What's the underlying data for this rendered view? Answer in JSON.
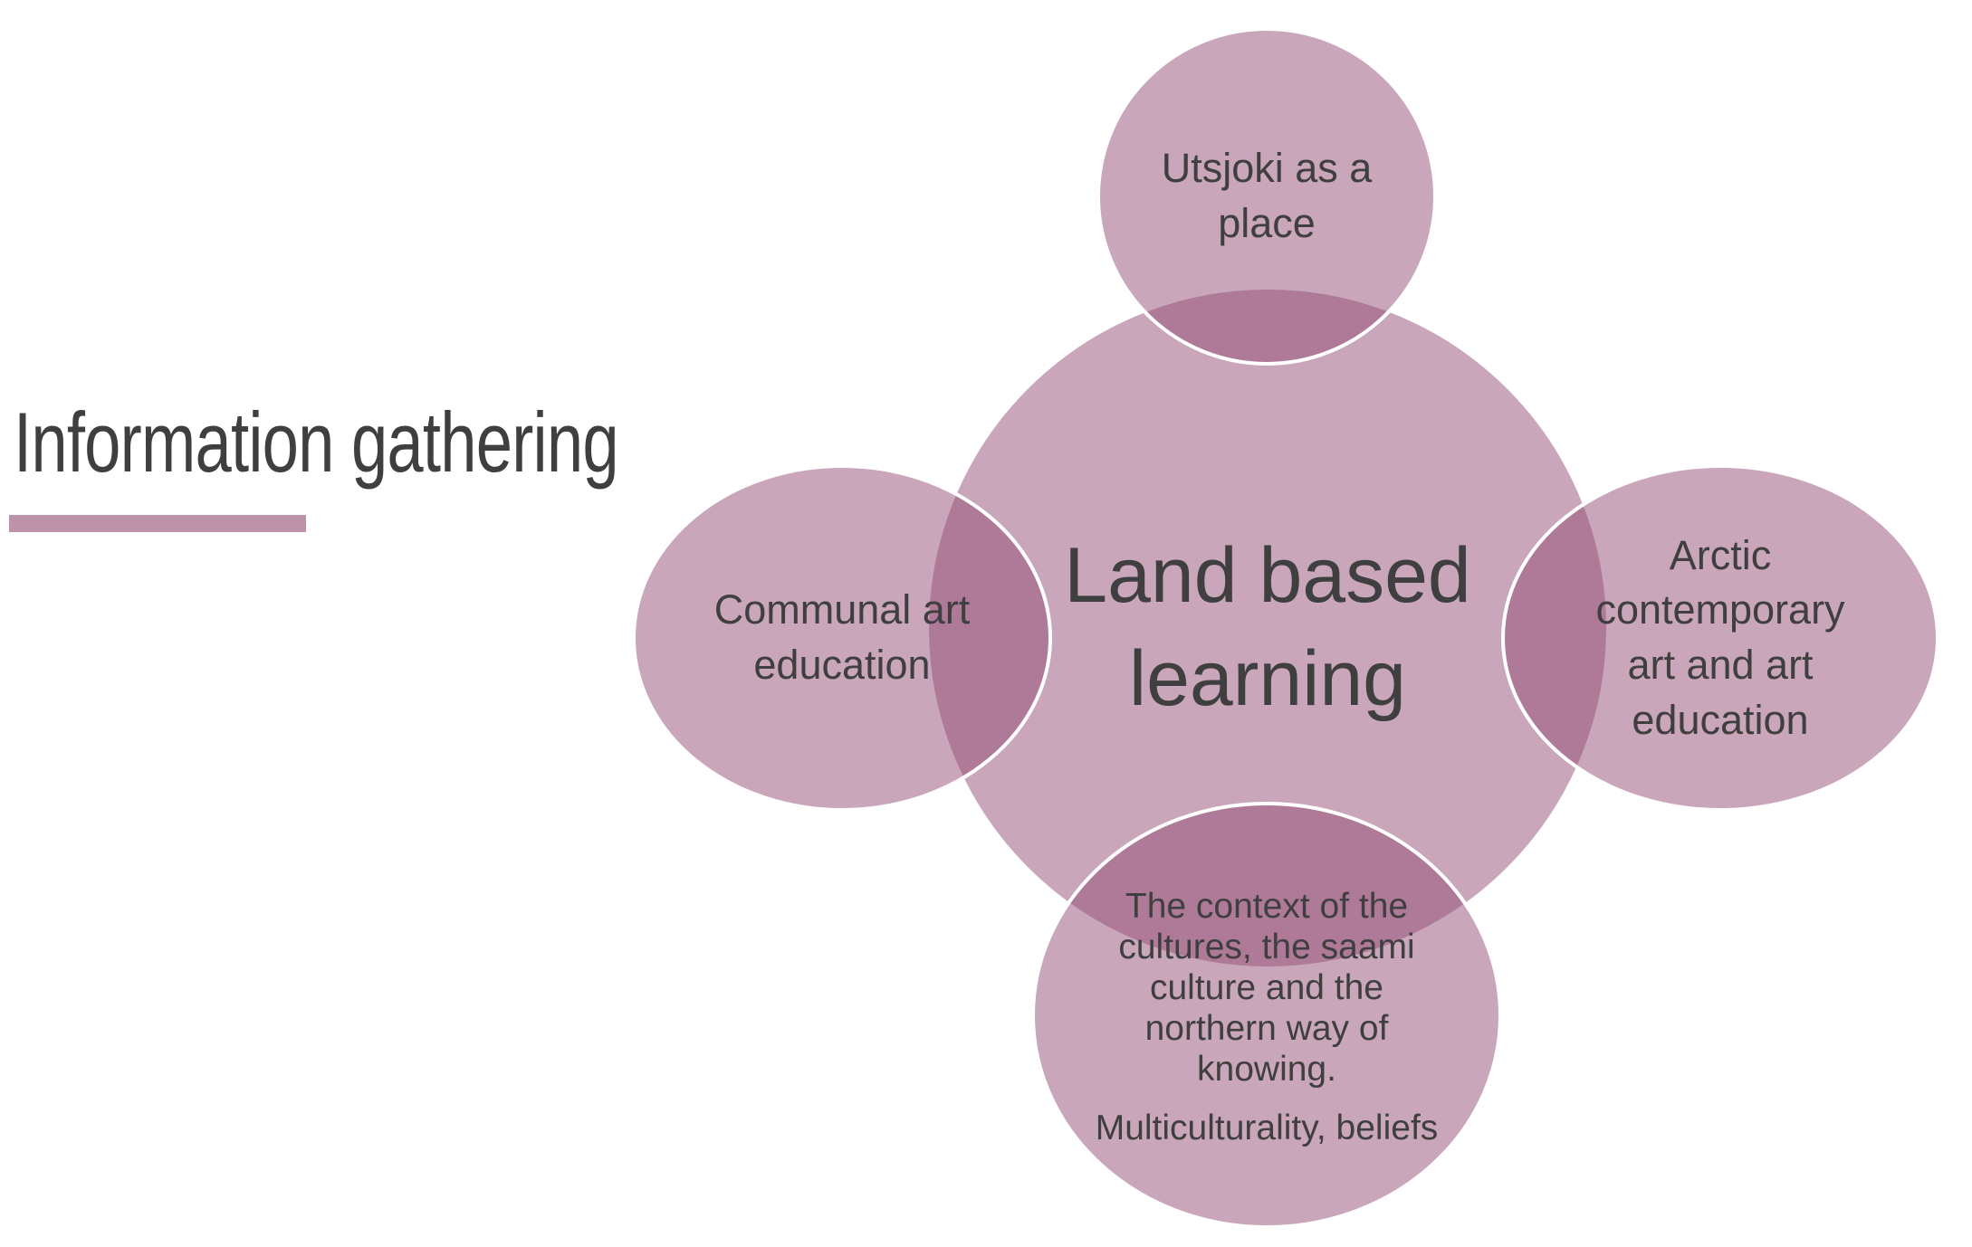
{
  "slide": {
    "title": "Information gathering",
    "colors": {
      "accent": "#934d75",
      "underline": "#bc93a9",
      "text": "#3f3f3f",
      "stroke": "#ffffff",
      "bg": "#ffffff"
    }
  },
  "diagram": {
    "type": "radial",
    "center": {
      "label": "Land based learning",
      "display": "Land based\nlearning"
    },
    "satellites": {
      "top": {
        "label": "Utsjoki as a place",
        "display": "Utsjoki as a\nplace"
      },
      "left": {
        "label": "Communal art education",
        "display": "Communal art\neducation"
      },
      "right": {
        "label": "Arctic contemporary art and art education",
        "display": "Arctic\ncontemporary\nart and art\neducation"
      },
      "bottom": {
        "label": "The context of the cultures, the saami culture and the northern way of knowing. Multiculturality, beliefs",
        "paragraph_1": "The context of the\ncultures, the saami\nculture and the\nnorthern way of\nknowing.",
        "paragraph_2": "Multiculturality, beliefs"
      }
    }
  }
}
